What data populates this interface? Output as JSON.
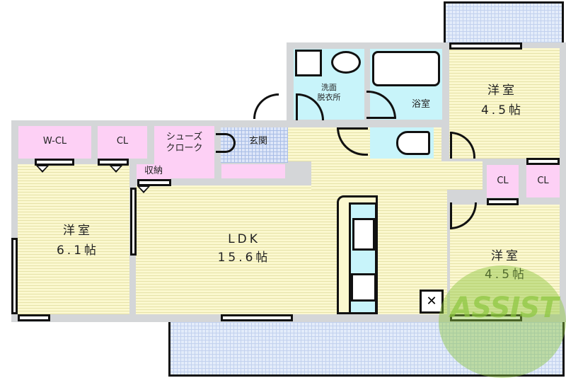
{
  "floorplan": {
    "rooms": {
      "western_room_1": {
        "name": "洋室",
        "size": "6.1帖"
      },
      "ldk": {
        "name": "LDK",
        "size": "15.6帖"
      },
      "western_room_2": {
        "name": "洋室",
        "size": "4.5帖"
      },
      "western_room_3": {
        "name": "洋室",
        "size": "4.5帖"
      },
      "walk_in_closet": {
        "name": "W-CL"
      },
      "closet_1": {
        "name": "CL"
      },
      "shoe_closet": {
        "name": "シューズ\nクローク"
      },
      "storage": {
        "name": "収納"
      },
      "entrance": {
        "name": "玄関"
      },
      "washroom": {
        "name": "洗面\n脱衣所"
      },
      "bathroom": {
        "name": "浴室"
      },
      "closet_2": {
        "name": "CL"
      },
      "closet_3": {
        "name": "CL"
      }
    },
    "watermark": {
      "text": "ASSIST",
      "color": "#8cc63f",
      "accent": "#e0506a"
    },
    "colors": {
      "floor": "#fbf8cf",
      "closet": "#fdd0f5",
      "wet_area": "#c8f4fa",
      "tile": "#dde6f8",
      "wall": "#d4d6d8"
    }
  }
}
